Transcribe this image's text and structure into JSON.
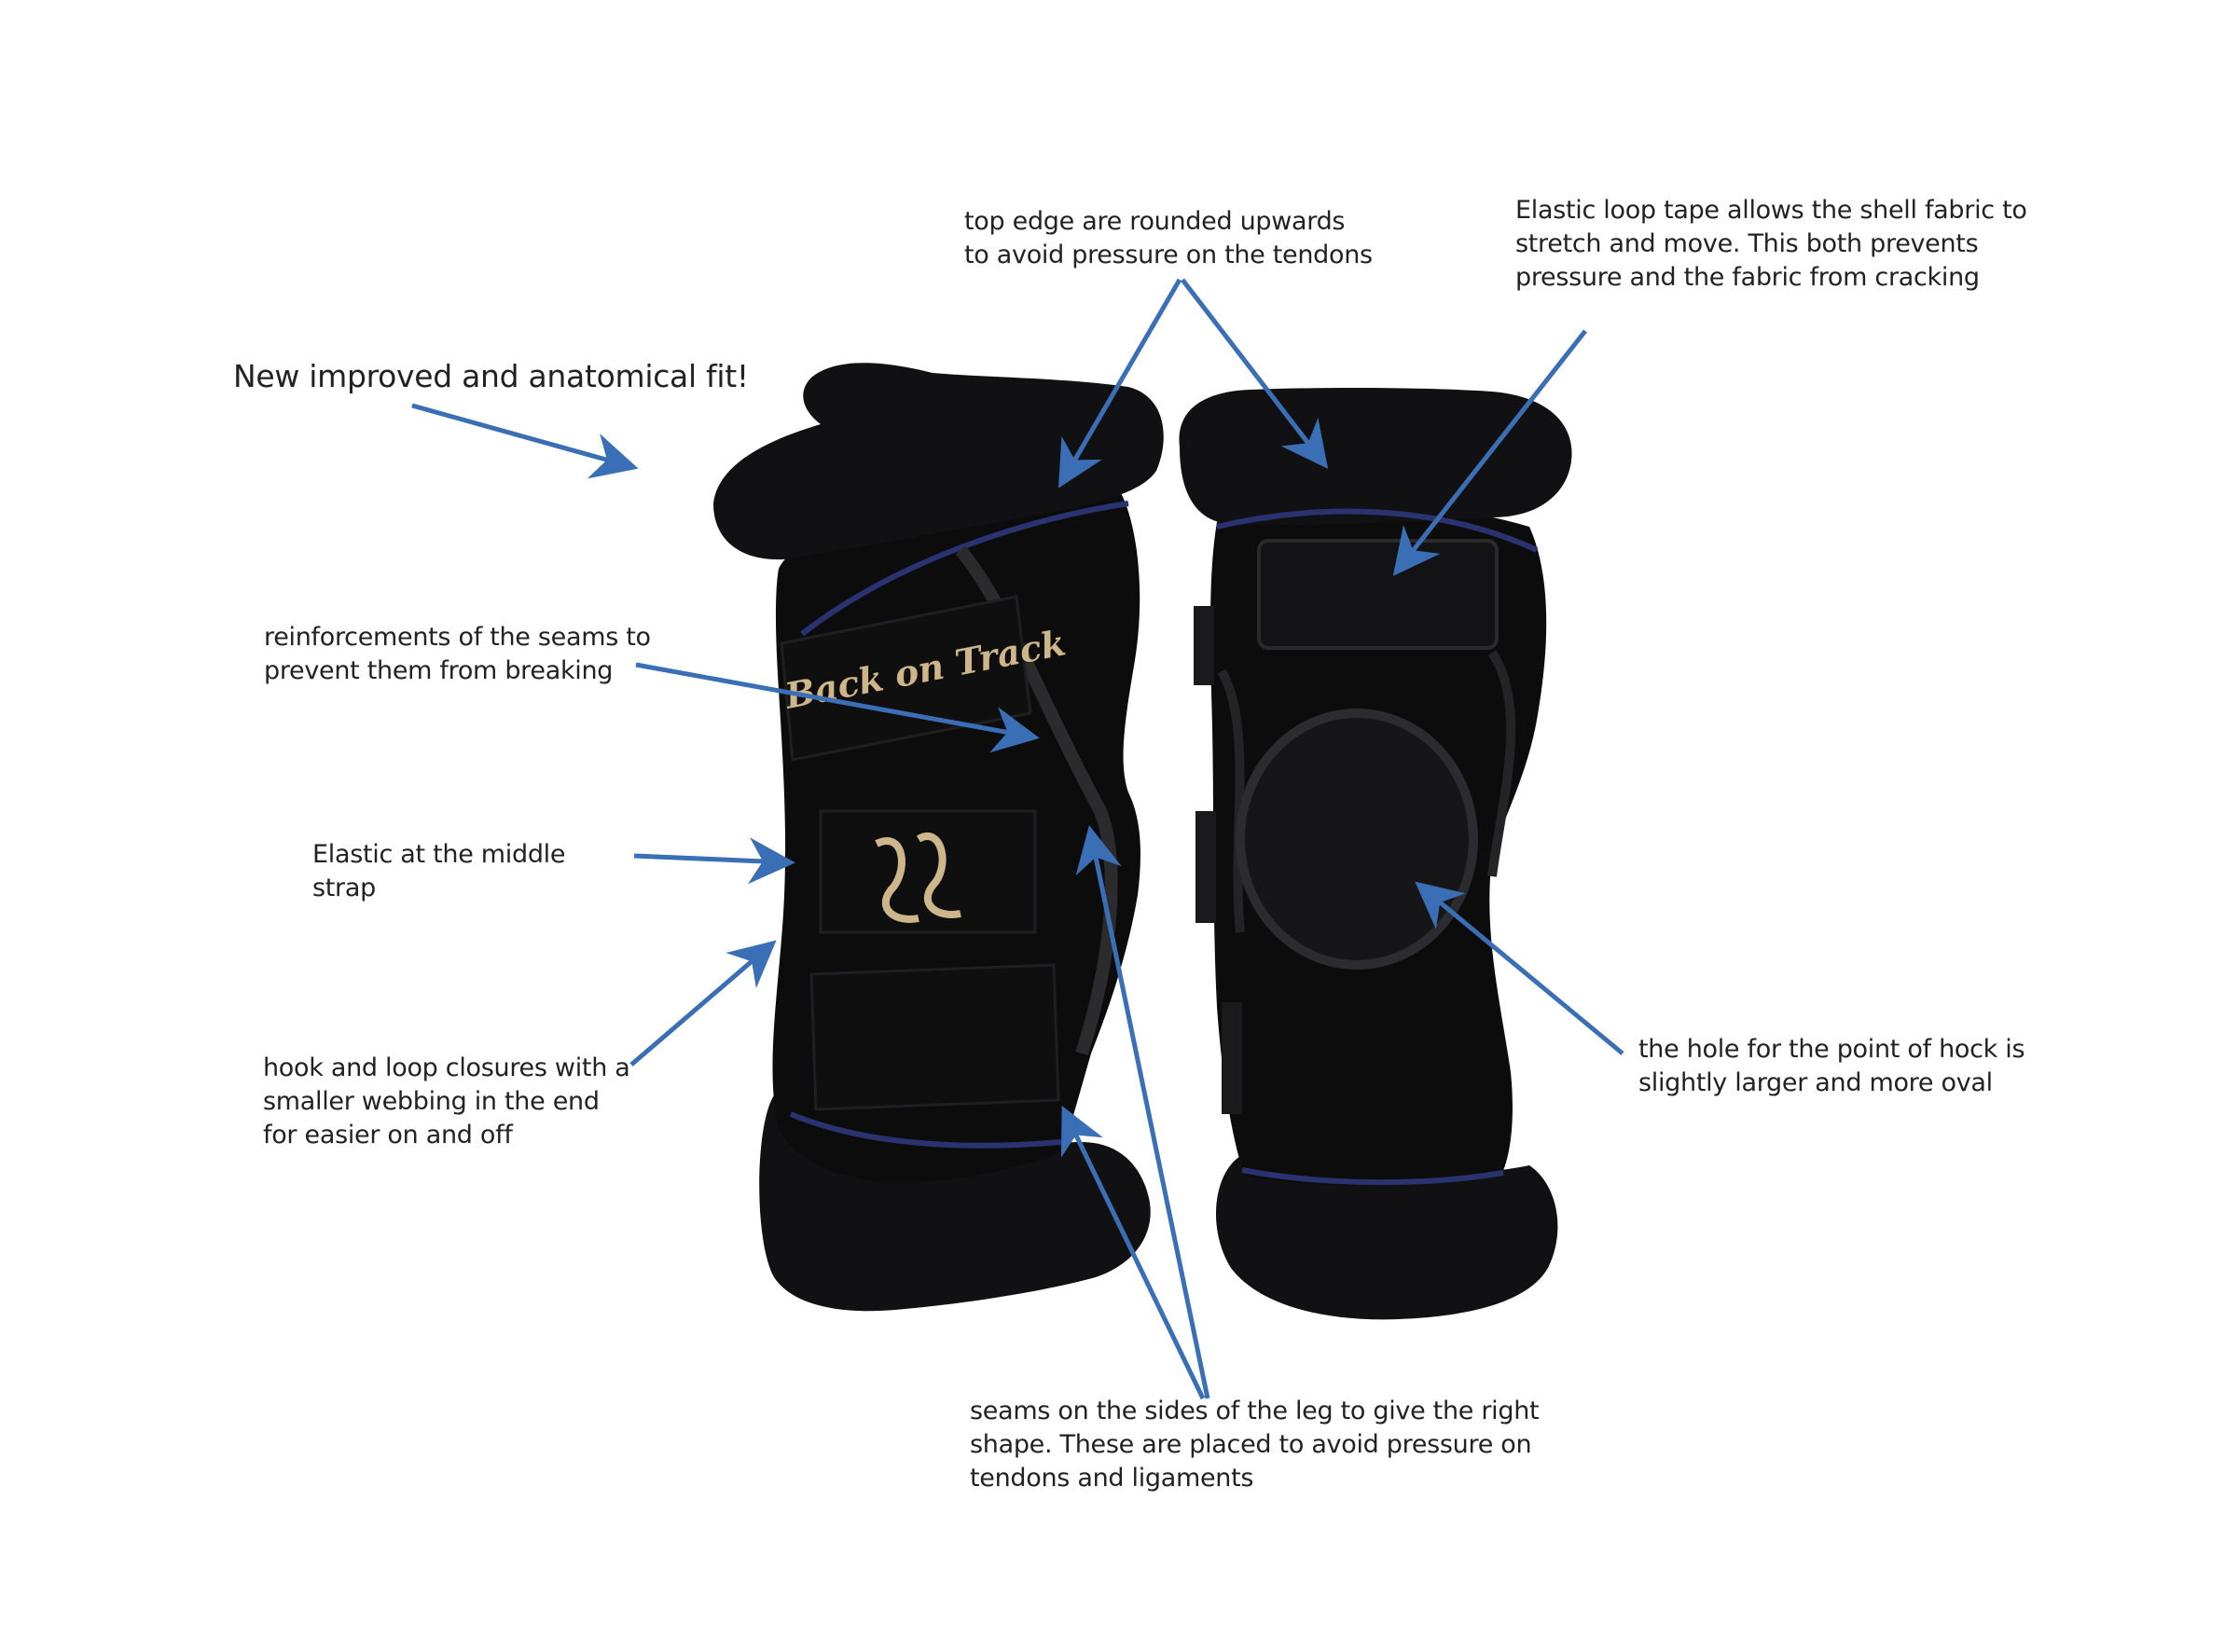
{
  "colors": {
    "background": "#ffffff",
    "text": "#222222",
    "arrow": "#3b6fb5",
    "boot_body": "#0c0c0d",
    "boot_padding": "#111113",
    "piping": "#2a3270",
    "logo_gold": "#cdb68a"
  },
  "product": {
    "brand_logo_text": "Back on Track",
    "logo_mark_icon": "double-curve-logo-icon"
  },
  "callouts": {
    "fit": "New improved and anatomical fit!",
    "top_edge": "top edge are rounded upwards\nto avoid pressure on the tendons",
    "elastic_tape": "Elastic loop tape allows the shell fabric to\nstretch and move. This both prevents\npressure and the fabric from cracking",
    "reinforcements": "reinforcements of the seams to\nprevent them from breaking",
    "middle_strap": "Elastic at the middle strap",
    "hook_loop": "hook and loop closures with a\nsmaller webbing in the end\nfor easier on and off",
    "hock_hole": "the hole for the point of hock is\nslightly larger and more oval",
    "seams": "seams on the sides of the leg to give the right\nshape. These are placed to avoid pressure on\ntendons and ligaments"
  }
}
